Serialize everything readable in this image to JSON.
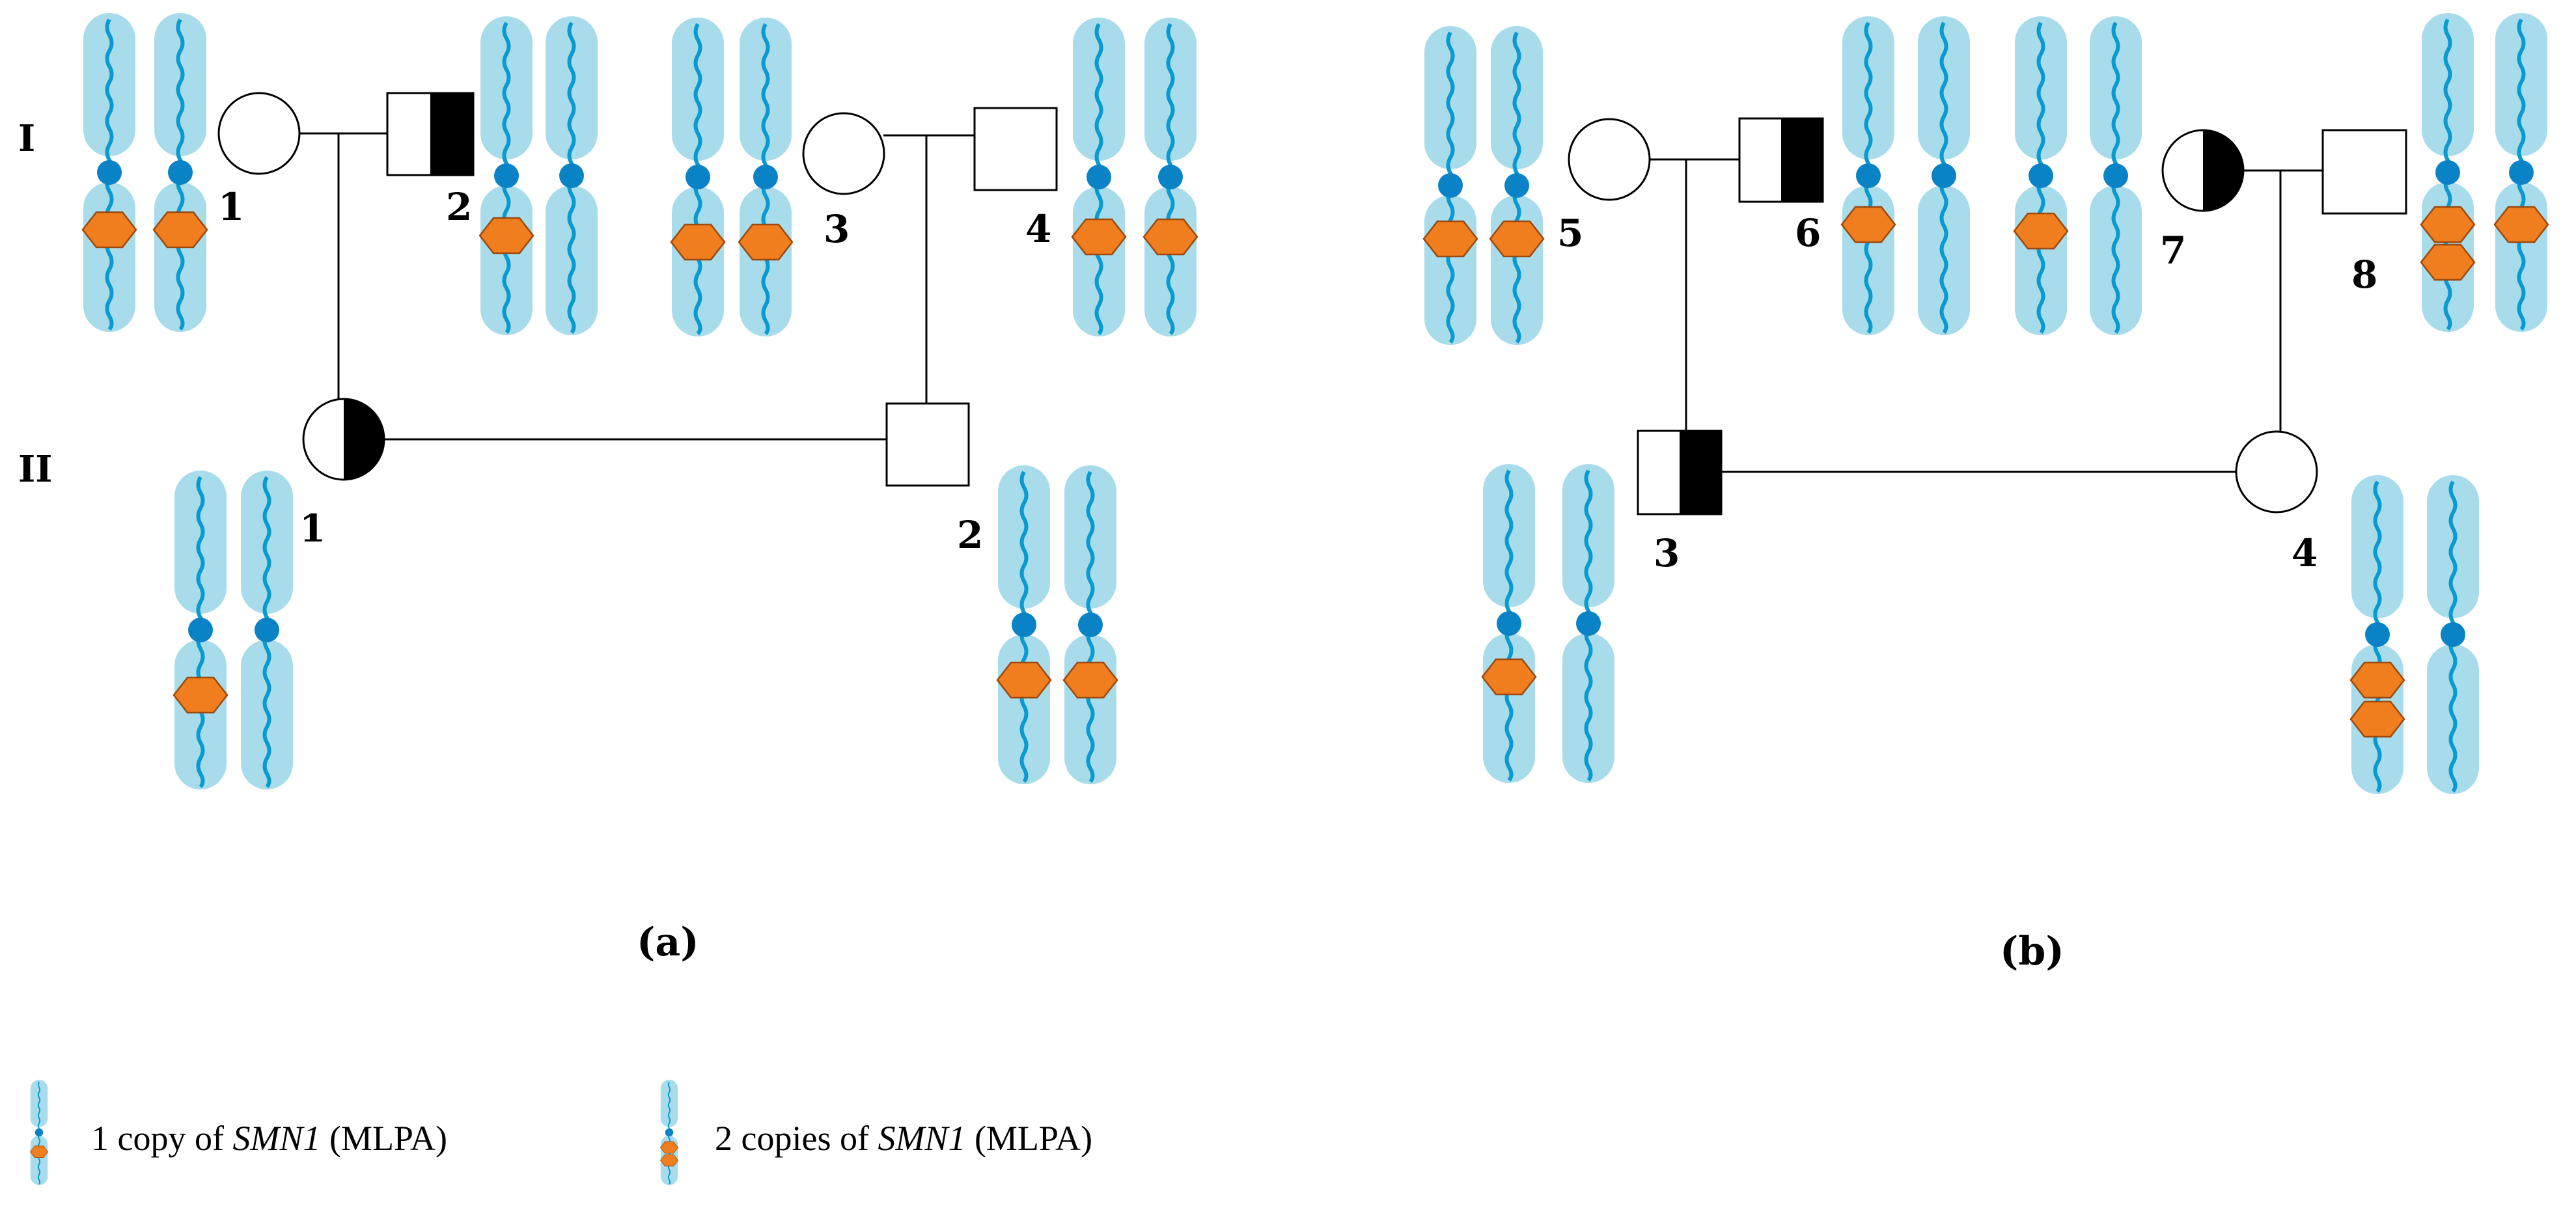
{
  "colors": {
    "chromatid_fill": "#a8dcea",
    "dna_strand": "#0a9ad0",
    "centromere": "#0a82c6",
    "smn1_copy": "#f07d1e",
    "smn1_copy_stroke": "#9a4a10",
    "affected_half": "#000000",
    "unaffected": "#ffffff",
    "line": "#000000"
  },
  "generations": [
    "I",
    "II"
  ],
  "panels": [
    {
      "caption": "(a)",
      "individuals": [
        {
          "label": "1",
          "generation": "I",
          "sex": "female",
          "status": "unaffected",
          "smn1_copies": [
            1,
            1
          ]
        },
        {
          "label": "2",
          "generation": "I",
          "sex": "male",
          "status": "carrier",
          "smn1_copies": [
            1,
            0
          ]
        },
        {
          "label": "3",
          "generation": "I",
          "sex": "female",
          "status": "unaffected",
          "smn1_copies": [
            1,
            1
          ]
        },
        {
          "label": "4",
          "generation": "I",
          "sex": "male",
          "status": "unaffected",
          "smn1_copies": [
            1,
            1
          ]
        },
        {
          "label": "1",
          "generation": "II",
          "sex": "female",
          "status": "carrier",
          "smn1_copies": [
            1,
            0
          ]
        },
        {
          "label": "2",
          "generation": "II",
          "sex": "male",
          "status": "unaffected",
          "smn1_copies": [
            1,
            1
          ]
        }
      ]
    },
    {
      "caption": "(b)",
      "individuals": [
        {
          "label": "5",
          "generation": "I",
          "sex": "female",
          "status": "unaffected",
          "smn1_copies": [
            1,
            1
          ]
        },
        {
          "label": "6",
          "generation": "I",
          "sex": "male",
          "status": "carrier",
          "smn1_copies": [
            1,
            0
          ]
        },
        {
          "label": "7",
          "generation": "I",
          "sex": "female",
          "status": "carrier",
          "smn1_copies": [
            1,
            0
          ]
        },
        {
          "label": "8",
          "generation": "I",
          "sex": "male",
          "status": "unaffected",
          "smn1_copies": [
            2,
            1
          ]
        },
        {
          "label": "3",
          "generation": "II",
          "sex": "male",
          "status": "carrier",
          "smn1_copies": [
            1,
            0
          ]
        },
        {
          "label": "4",
          "generation": "II",
          "sex": "female",
          "status": "unaffected",
          "smn1_copies": [
            2,
            0
          ]
        }
      ]
    }
  ],
  "legend": [
    {
      "icon": "chromosome-one-copy",
      "prefix": "1 copy of ",
      "gene": "SMN1",
      "suffix": " (MLPA)"
    },
    {
      "icon": "chromosome-two-copies",
      "prefix": "2 copies of ",
      "gene": "SMN1",
      "suffix": " (MLPA)"
    }
  ]
}
